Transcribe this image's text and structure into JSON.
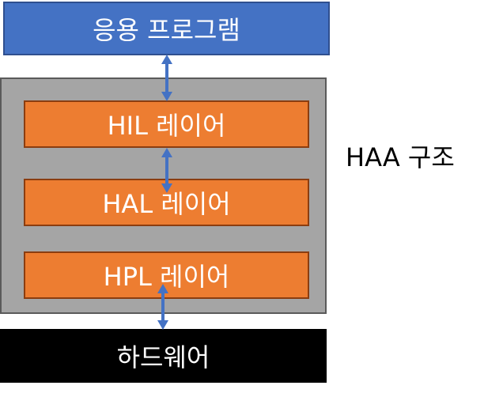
{
  "diagram": {
    "app_layer": "응용 프로그램",
    "layers": [
      {
        "label": "HIL 레이어"
      },
      {
        "label": "HAL 레이어"
      },
      {
        "label": "HPL 레이어"
      }
    ],
    "hardware": "하드웨어",
    "title": "HAA 구조"
  },
  "colors": {
    "app_fill": "#4472c4",
    "group_fill": "#a5a5a5",
    "layer_fill": "#ed7d31",
    "hardware_fill": "#000000",
    "arrow": "#4472c4"
  }
}
